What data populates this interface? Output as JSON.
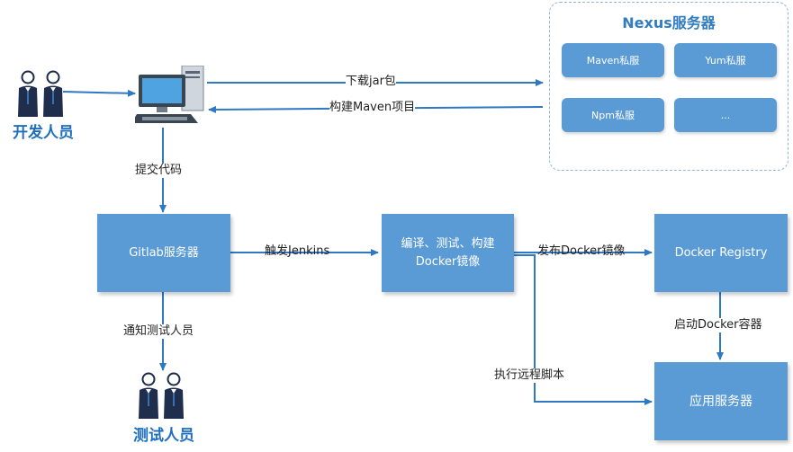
{
  "nexus": {
    "title": "Nexus服务器",
    "repos": [
      "Maven私服",
      "Yum私服",
      "Npm私服",
      "..."
    ]
  },
  "actors": {
    "developers": "开发人员",
    "testers": "测试人员"
  },
  "nodes": {
    "gitlab": "Gitlab服务器",
    "build_line1": "编译、测试、构建",
    "build_line2": "Docker镜像",
    "registry": "Docker Registry",
    "app_server": "应用服务器"
  },
  "edges": {
    "download_jar": "下载jar包",
    "build_maven": "构建Maven项目",
    "commit_code": "提交代码",
    "trigger_jenkins": "触发Jenkins",
    "notify_testers": "通知测试人员",
    "publish_image": "发布Docker镜像",
    "start_container": "启动Docker容器",
    "run_script": "执行远程脚本"
  },
  "colors": {
    "box": "#5b9bd5",
    "arrow": "#2f78c4",
    "dashed_border": "#8fb6dc",
    "title": "#2f7cc0"
  }
}
